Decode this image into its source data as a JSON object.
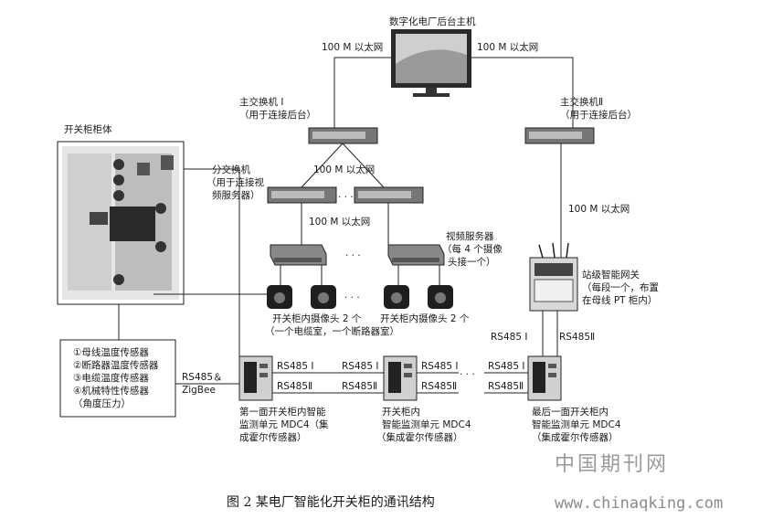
{
  "host": {
    "label": "数字化电厂后台主机"
  },
  "links": {
    "ethernet_100m": "100 M 以太网"
  },
  "main_switch_1": {
    "line1": "主交换机 Ⅰ",
    "line2": "（用于连接后台）"
  },
  "main_switch_2": {
    "line1": "主交换机Ⅱ",
    "line2": "（用于连接后台）"
  },
  "sub_switch": {
    "line1": "分交换机",
    "line2": "（用于连接视",
    "line3": "频服务器）"
  },
  "video_server": {
    "line1": "视频服务器",
    "line2": "（每 4 个摄像",
    "line3": "头接一个）"
  },
  "gateway": {
    "line1": "站级智能网关",
    "line2": "（每段一个，布置",
    "line3": "在母线 PT 柜内）"
  },
  "cabinet": {
    "title": "开关柜柜体"
  },
  "cameras": {
    "group1_line1": "开关柜内摄像头 2 个",
    "group1_line2": "（一个电缆室，一个断路器室）",
    "group2_line1": "开关柜内摄像头 2 个"
  },
  "sensors": {
    "items": [
      "①母线温度传感器",
      "②断路器温度传感器",
      "③电缆温度传感器",
      "④机械特性传感器",
      "（角度压力）"
    ]
  },
  "bus": {
    "rs485_zigbee_1": "RS485＆",
    "rs485_zigbee_2": "ZigBee",
    "rs485_1": "RS485 Ⅰ",
    "rs485_2": "RS485Ⅱ"
  },
  "mdc_first": {
    "line1": "第一面开关柜内智能",
    "line2": "监测单元 MDC4（集",
    "line3": "成霍尔传感器）"
  },
  "mdc_mid": {
    "line1": "开关柜内",
    "line2": "智能监测单元 MDC4",
    "line3": "（集成霍尔传感器）"
  },
  "mdc_last": {
    "line1": "最后一面开关柜内",
    "line2": "智能监测单元 MDC4",
    "line3": "（集成霍尔传感器）"
  },
  "ellipsis": "· · ·",
  "caption": "图 2  某电厂智能化开关柜的通讯结构",
  "watermark": {
    "cn": "中国期刊网",
    "url": "www.chinaqking.com"
  }
}
